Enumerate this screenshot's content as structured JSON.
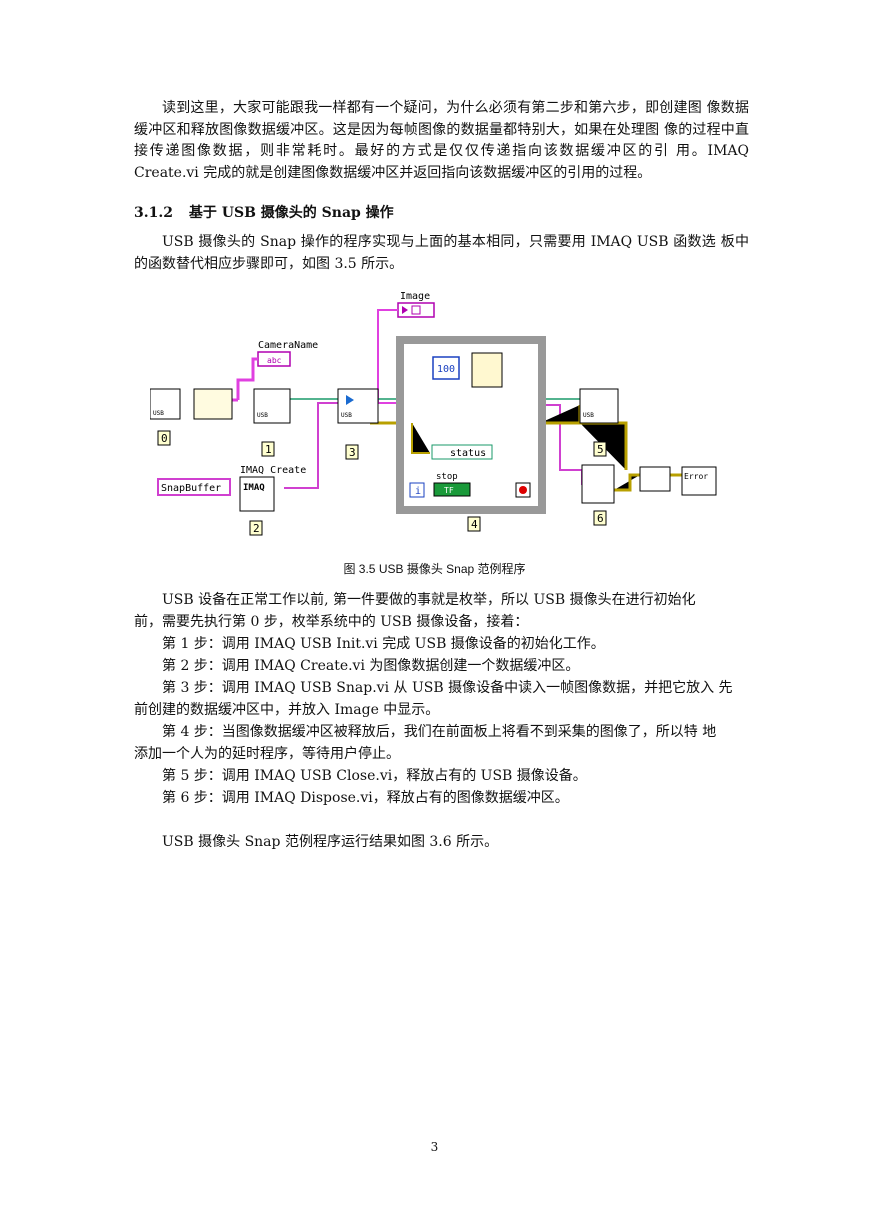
{
  "para1": "读到这里，大家可能跟我一样都有一个疑问，为什么必须有第二步和第六步，即创建图 像数据缓冲区和释放图像数据缓冲区。这是因为每帧图像的数据量都特别大，如果在处理图 像的过程中直接传递图像数据，则非常耗时。最好的方式是仅仅传递指向该数据缓冲区的引 用。IMAQ Create.vi 完成的就是创建图像数据缓冲区并返回指向该数据缓冲区的引用的过程。",
  "heading": {
    "number": "3.1.2",
    "title": "基于 USB 摄像头的 Snap 操作"
  },
  "para2": "USB 摄像头的 Snap 操作的程序实现与上面的基本相同，只需要用 IMAQ USB 函数选 板中的函数替代相应步骤即可，如图 3.5 所示。",
  "diagram": {
    "labels": {
      "image": "Image",
      "camera_name": "CameraName",
      "imaq_create": "IMAQ Create",
      "snap_buffer": "SnapBuffer",
      "status": "status",
      "stop": "stop",
      "wait_ms": "100",
      "abc": "abc",
      "tf": "TF",
      "imaq": "IMAQ",
      "usb": "USB",
      "error": "Error",
      "loop_i": "i"
    },
    "step_numbers": [
      "0",
      "1",
      "2",
      "3",
      "4",
      "5",
      "6"
    ]
  },
  "caption": "图 3.5 USB  摄像头 Snap 范例程序",
  "body_lines": [
    "USB 设备在正常工作以前, 第一件要做的事就是枚举，所以 USB 摄像头在进行初始化",
    "前，需要先执行第 0 步，枚举系统中的 USB 摄像设备，接着：",
    "第 1 步：调用 IMAQ USB Init.vi 完成 USB 摄像设备的初始化工作。",
    "第 2 步：调用 IMAQ Create.vi 为图像数据创建一个数据缓冲区。",
    "第 3 步：调用 IMAQ  USB  Snap.vi 从 USB 摄像设备中读入一帧图像数据，并把它放入  先",
    "前创建的数据缓冲区中，并放入 Image 中显示。",
    "第 4 步：当图像数据缓冲区被释放后，我们在前面板上将看不到采集的图像了，所以特  地",
    "添加一个人为的延时程序，等待用户停止。",
    "第 5 步：调用 IMAQ USB Close.vi，释放占有的 USB 摄像设备。",
    "第 6 步：调用 IMAQ Dispose.vi，释放占有的图像数据缓冲区。"
  ],
  "closing": "USB  摄像头 Snap 范例程序运行结果如图 3.6 所示。",
  "page_number": "3"
}
